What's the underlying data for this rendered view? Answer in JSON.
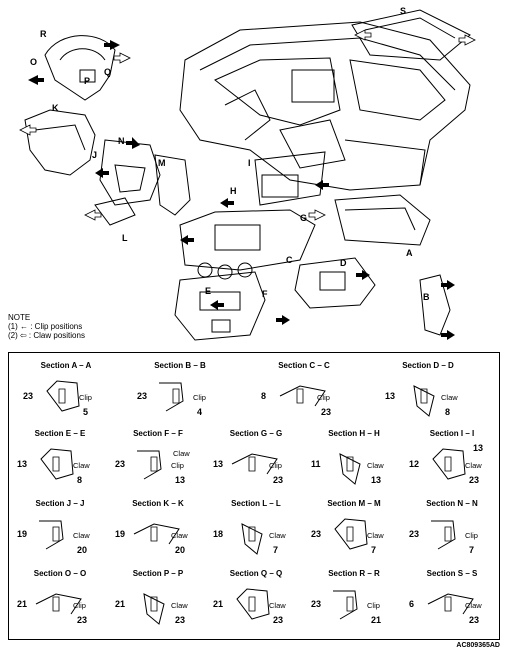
{
  "top_labels": {
    "R": "R",
    "O": "O",
    "P": "P",
    "Q": "Q",
    "S": "S",
    "K": "K",
    "J": "J",
    "N": "N",
    "M": "M",
    "L": "L",
    "I": "I",
    "H": "H",
    "G": "G",
    "A": "A",
    "B": "B",
    "C": "C",
    "D": "D",
    "E": "E",
    "F": "F"
  },
  "note": {
    "title": "NOTE",
    "line1": "(1) ← : Clip positions",
    "line2": "(2) ⇦ : Claw positions"
  },
  "sections": [
    {
      "title": "Section A – A",
      "parts": [
        "23",
        "5"
      ],
      "words": [
        "Clip"
      ]
    },
    {
      "title": "Section B – B",
      "parts": [
        "23",
        "4"
      ],
      "words": [
        "Clip"
      ]
    },
    {
      "title": "Section C – C",
      "parts": [
        "8",
        "23"
      ],
      "words": [
        "Clip"
      ]
    },
    {
      "title": "Section D – D",
      "parts": [
        "13",
        "8"
      ],
      "words": [
        "Claw"
      ]
    },
    {
      "title": "Section E – E",
      "parts": [
        "13",
        "8"
      ],
      "words": [
        "Claw"
      ]
    },
    {
      "title": "Section F – F",
      "parts": [
        "23",
        "13"
      ],
      "words": [
        "Clip",
        "Claw"
      ]
    },
    {
      "title": "Section G – G",
      "parts": [
        "13",
        "23"
      ],
      "words": [
        "Clip"
      ]
    },
    {
      "title": "Section H – H",
      "parts": [
        "11",
        "13"
      ],
      "words": [
        "Claw"
      ]
    },
    {
      "title": "Section I – I",
      "parts": [
        "12",
        "23",
        "13"
      ],
      "words": [
        "Claw"
      ]
    },
    {
      "title": "Section J – J",
      "parts": [
        "19",
        "20"
      ],
      "words": [
        "Claw"
      ]
    },
    {
      "title": "Section K – K",
      "parts": [
        "19",
        "20"
      ],
      "words": [
        "Claw"
      ]
    },
    {
      "title": "Section L – L",
      "parts": [
        "18",
        "7"
      ],
      "words": [
        "Claw"
      ]
    },
    {
      "title": "Section M – M",
      "parts": [
        "23",
        "7"
      ],
      "words": [
        "Claw"
      ]
    },
    {
      "title": "Section N – N",
      "parts": [
        "23",
        "7"
      ],
      "words": [
        "Clip"
      ]
    },
    {
      "title": "Section O – O",
      "parts": [
        "21",
        "23"
      ],
      "words": [
        "Clip"
      ]
    },
    {
      "title": "Section P – P",
      "parts": [
        "21",
        "23"
      ],
      "words": [
        "Claw"
      ]
    },
    {
      "title": "Section Q – Q",
      "parts": [
        "21",
        "23"
      ],
      "words": [
        "Claw"
      ]
    },
    {
      "title": "Section R – R",
      "parts": [
        "23",
        "21"
      ],
      "words": [
        "Clip"
      ]
    },
    {
      "title": "Section S – S",
      "parts": [
        "6",
        "23"
      ],
      "words": [
        "Claw"
      ]
    }
  ],
  "figure_code": "AC809365AD"
}
